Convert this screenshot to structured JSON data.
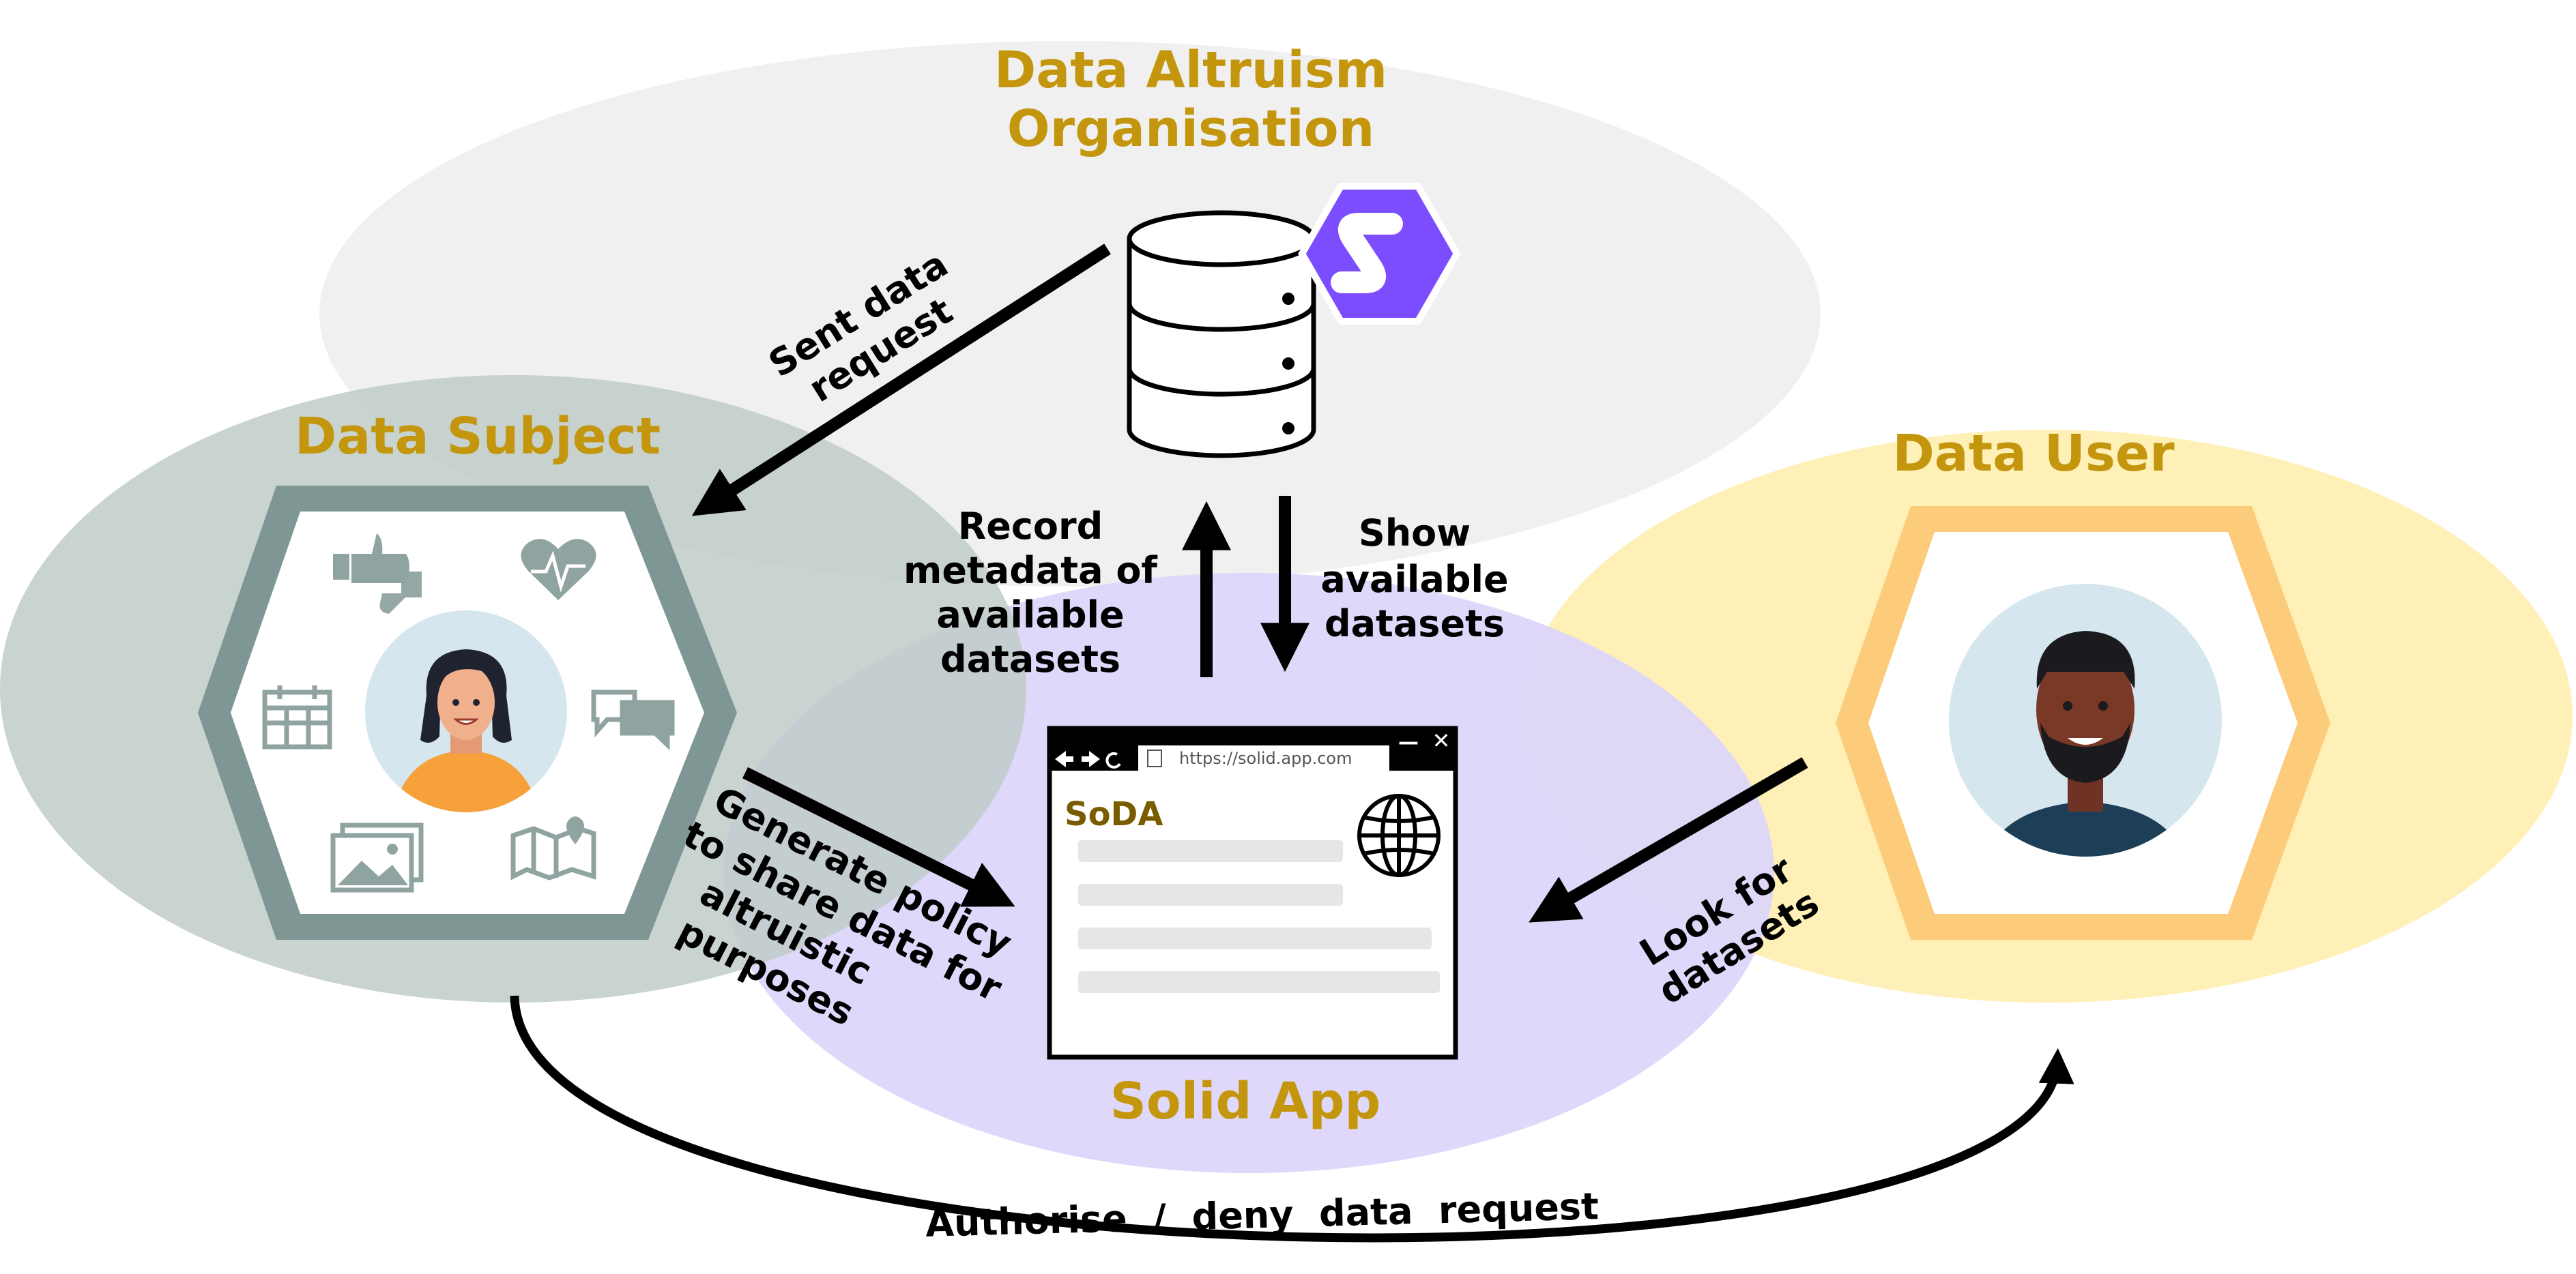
{
  "actors": {
    "data_altruism_org": {
      "title_line1": "Data Altruism",
      "title_line2": "Organisation"
    },
    "data_subject": {
      "title": "Data Subject"
    },
    "data_user": {
      "title": "Data User"
    },
    "solid_app": {
      "title": "Solid App"
    }
  },
  "browser": {
    "url": "https://solid.app.com",
    "app_name": "SoDA",
    "minimize_glyph": "—",
    "close_glyph": "✕"
  },
  "arrows": {
    "sent_request": {
      "line1": "Sent data",
      "line2": "request"
    },
    "record_metadata": {
      "line1": "Record",
      "line2": "metadata of",
      "line3": "available",
      "line4": "datasets"
    },
    "show_datasets": {
      "line1": "Show",
      "line2": "available",
      "line3": "datasets"
    },
    "generate_policy": {
      "line1": "Generate policy",
      "line2": "to share data for",
      "line3": "altruistic",
      "line4": "purposes"
    },
    "look_for": {
      "line1": "Look for",
      "line2": "datasets"
    },
    "authorise": {
      "label": "Authorise  /  deny  data  request"
    }
  },
  "colors": {
    "title_gold": "#c4960e",
    "dao_ellipse": "#f0f0f0",
    "subject_ellipse": "#c9d4d1",
    "subject_hex": "#7f9794",
    "user_ellipse": "#fff0b8",
    "user_hex": "#fccc7a",
    "solid_ellipse": "#ddd5fb",
    "solid_logo": "#7c4dff",
    "icon_gray": "#8fa3a0"
  }
}
